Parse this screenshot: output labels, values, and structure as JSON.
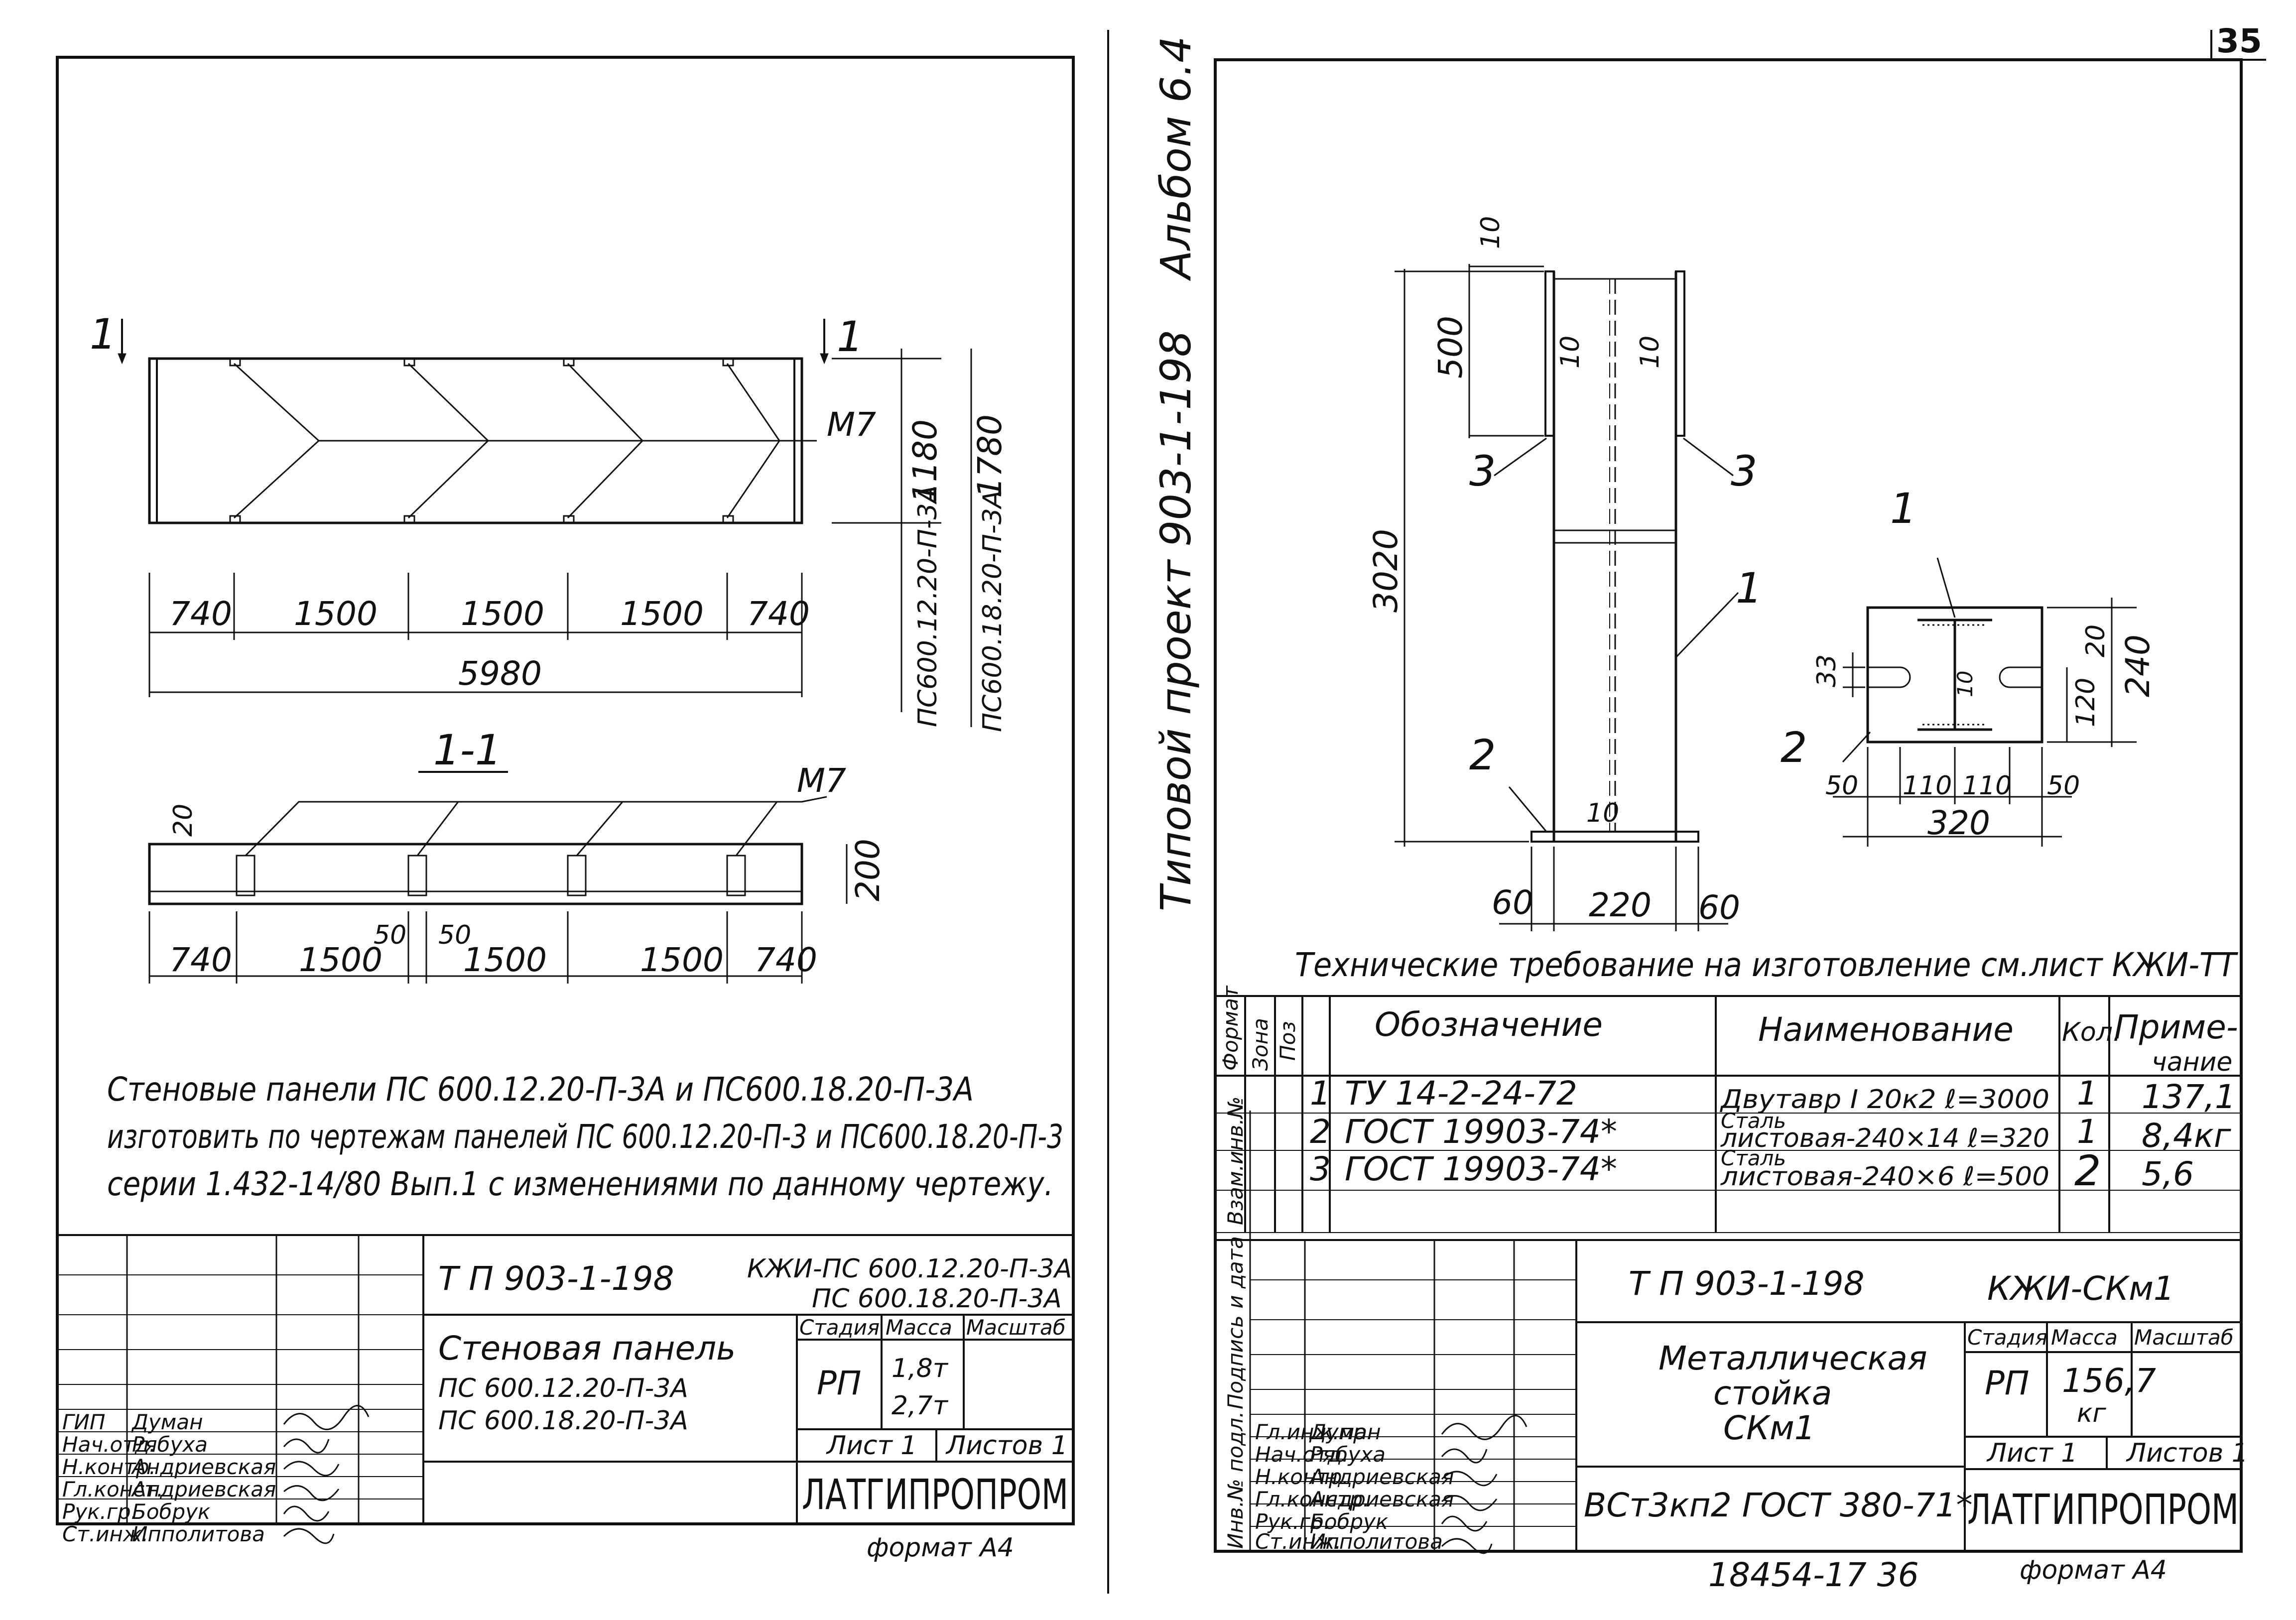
{
  "page_number": "35",
  "spine": {
    "album": "Альбом 6.4",
    "project": "Типовой проект 903-1-198"
  },
  "left": {
    "panel": {
      "section_mark": "1",
      "section_mark_right": "1",
      "anchor_label": "М7",
      "dim_top_1180": "1180",
      "dim_top_1780": "1780",
      "variant_1": "ПС600.12.20-П-3А",
      "variant_2": "ПС600.18.20-П-3А",
      "dims_bottom": [
        "740",
        "1500",
        "1500",
        "1500",
        "740"
      ],
      "total": "5980"
    },
    "section": {
      "title": "1-1",
      "anchor_label": "М7",
      "dim_20": "20",
      "dim_200": "200",
      "dim_50a": "50",
      "dim_50b": "50",
      "dims_bottom": [
        "740",
        "1500",
        "1500",
        "1500",
        "740"
      ]
    },
    "note": {
      "line1": "Стеновые панели ПС 600.12.20-П-3А и ПС600.18.20-П-3А",
      "line2": "изготовить по чертежам панелей ПС 600.12.20-П-3 и ПС600.18.20-П-3",
      "line3": "серии 1.432-14/80 Вып.1 с изменениями по данному чертежу."
    },
    "stamp": {
      "code": "Т П 903-1-198",
      "sheet_code_1": "КЖИ-ПС 600.12.20-П-3А",
      "sheet_code_2": "ПС 600.18.20-П-3А",
      "name_1": "Стеновая панель",
      "name_2": "ПС 600.12.20-П-3А",
      "name_3": "ПС 600.18.20-П-3А",
      "h_stage": "Стадия",
      "h_mass": "Масса",
      "h_scale": "Масштаб",
      "stage": "РП",
      "mass_1": "1,8т",
      "mass_2": "2,7т",
      "sheet": "Лист 1",
      "sheets": "Листов 1",
      "org": "ЛАТГИПРОПРОМ",
      "roles": [
        "ГИП",
        "Нач.отд.",
        "Н.контр.",
        "Гл.конст.",
        "Рук.гр.",
        "Ст.инж."
      ],
      "names": [
        "Думан",
        "Рябуха",
        "Андриевская",
        "Андриевская",
        "Бобрук",
        "Ипполитова"
      ],
      "format": "формат А4"
    }
  },
  "right": {
    "column": {
      "dim_10_top": "10",
      "dim_500": "500",
      "dim_3020": "3020",
      "dim_10_web_a": "10",
      "dim_10_web_b": "10",
      "dim_10_base": "10",
      "pos_1": "1",
      "pos_2": "2",
      "pos_3a": "3",
      "pos_3b": "3",
      "dim_60a": "60",
      "dim_220": "220",
      "dim_60b": "60"
    },
    "plate": {
      "pos_1": "1",
      "pos_2": "2",
      "dim_33": "33",
      "dim_10": "10",
      "dim_20": "20",
      "dim_120": "120",
      "dim_240": "240",
      "dims_bottom": [
        "50",
        "110",
        "110",
        "50"
      ],
      "total": "320"
    },
    "tech_req": "Технические требование на изготовление см.лист КЖИ-ТТ",
    "spec": {
      "h_format": "Формат",
      "h_zone": "Зона",
      "h_pos": "Поз",
      "h_designation": "Обозначение",
      "h_name": "Наименование",
      "h_qty": "Кол.",
      "h_note_1": "Приме-",
      "h_note_2": "чание",
      "rows": [
        {
          "pos": "1",
          "designation": "ТУ 14-2-24-72",
          "name_1": "Двутавр I 20к2 ℓ=3000",
          "name_2": "",
          "qty": "1",
          "note": "137,1"
        },
        {
          "pos": "2",
          "designation": "ГОСТ 19903-74*",
          "name_1": "Сталь",
          "name_2": "листовая-240×14 ℓ=320",
          "qty": "1",
          "note": "8,4кг"
        },
        {
          "pos": "3",
          "designation": "ГОСТ 19903-74*",
          "name_1": "Сталь",
          "name_2": "листовая-240×6 ℓ=500",
          "qty": "2",
          "note": "5,6"
        }
      ]
    },
    "side_labels": [
      "Взам.инв.№",
      "Подпись и дата",
      "Инв.№ подл."
    ],
    "stamp": {
      "code": "Т П 903-1-198",
      "sheet_code": "КЖИ-СКм1",
      "name_1": "Металлическая",
      "name_2": "стойка",
      "name_3": "СКм1",
      "h_stage": "Стадия",
      "h_mass": "Масса",
      "h_scale": "Масштаб",
      "stage": "РП",
      "mass": "156,7",
      "mass_unit": "кг",
      "sheet": "Лист 1",
      "sheets": "Листов 1",
      "org": "ЛАТГИПРОПРОМ",
      "material": "ВСт3кп2  ГОСТ 380-71*",
      "roles": [
        "Гл.инж.пр.",
        "Нач.отд.",
        "Н.контр.",
        "Гл.констр.",
        "Рук.гр.",
        "Ст.инж."
      ],
      "names": [
        "Думан",
        "Рябуха",
        "Андриевская",
        "Андриевская",
        "Бобрук",
        "Ипполитова"
      ],
      "format": "формат А4",
      "archive": "18454-17 36"
    }
  }
}
